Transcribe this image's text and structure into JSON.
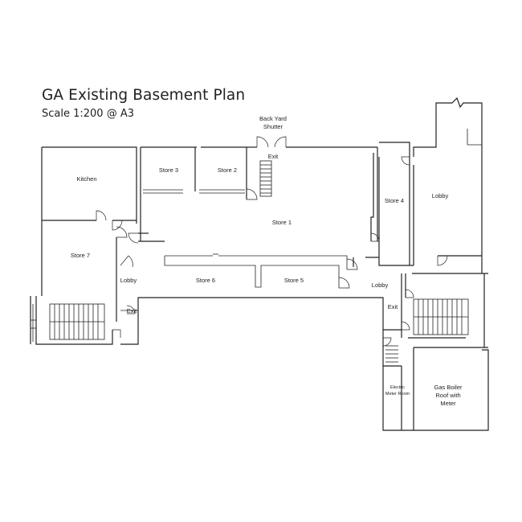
{
  "plan": {
    "title": "GA Existing Basement Plan",
    "scale": "Scale 1:200 @ A3"
  },
  "rooms": {
    "kitchen": "Kitchen",
    "store3": "Store 3",
    "store2": "Store 2",
    "back_yard_shutter_1": "Back Yard",
    "back_yard_shutter_2": "Shutter",
    "exit_top": "Exit",
    "store1": "Store 1",
    "store4": "Store 4",
    "lobby_right": "Lobby",
    "store7": "Store 7",
    "lobby_left": "Lobby",
    "store6": "Store 6",
    "store5": "Store 5",
    "lobby_center": "Lobby",
    "exit_left": "Exit",
    "exit_right": "Exit",
    "electric_1": "Electric",
    "electric_2": "Meter Room",
    "gas_1": "Gas Boiler",
    "gas_2": "Roof with",
    "gas_3": "Meter"
  }
}
